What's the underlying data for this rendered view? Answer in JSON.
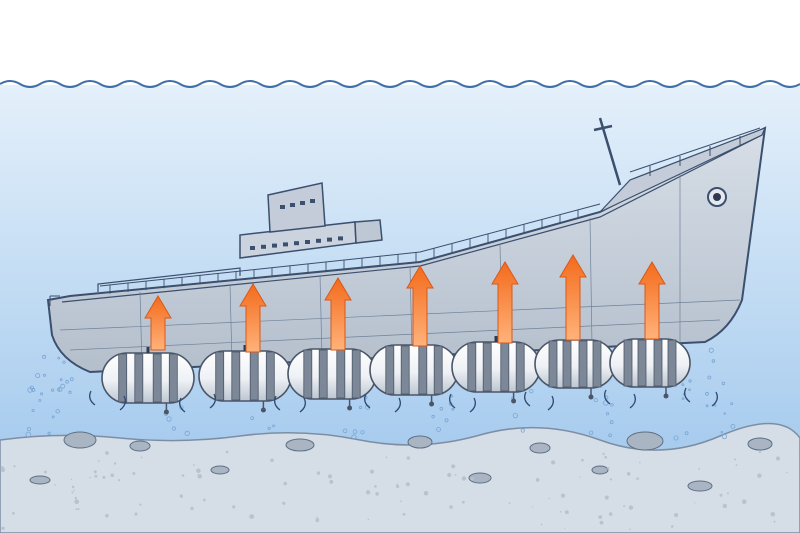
{
  "scene": {
    "description_hidden": "",
    "colors": {
      "sky": "#ffffff",
      "water_top": "#dcebf8",
      "water_bottom": "#9fc6ec",
      "waterline": "#3f6fa8",
      "seabed": "#d5dde6",
      "rock": "#a9b5c3",
      "hull": "#c9d1dc",
      "hull_outline": "#3b4f6e",
      "float": "#f2f4f7",
      "float_band": "#6b7686",
      "arrow_start": "#f36b1c",
      "arrow_end": "#ffb27a",
      "bubble": "#8fb8e0"
    },
    "icons": {
      "lift_arrow": "up-arrow-icon",
      "float_bag": "float-bag-icon",
      "current": "curved-arrow-icon"
    },
    "floats": [
      {
        "id": 1
      },
      {
        "id": 2
      },
      {
        "id": 3
      },
      {
        "id": 4
      },
      {
        "id": 5
      },
      {
        "id": 6
      },
      {
        "id": 7
      }
    ],
    "lift_arrows": [
      {
        "id": 1
      },
      {
        "id": 2
      },
      {
        "id": 3
      },
      {
        "id": 4
      },
      {
        "id": 5
      },
      {
        "id": 6
      },
      {
        "id": 7
      }
    ]
  }
}
